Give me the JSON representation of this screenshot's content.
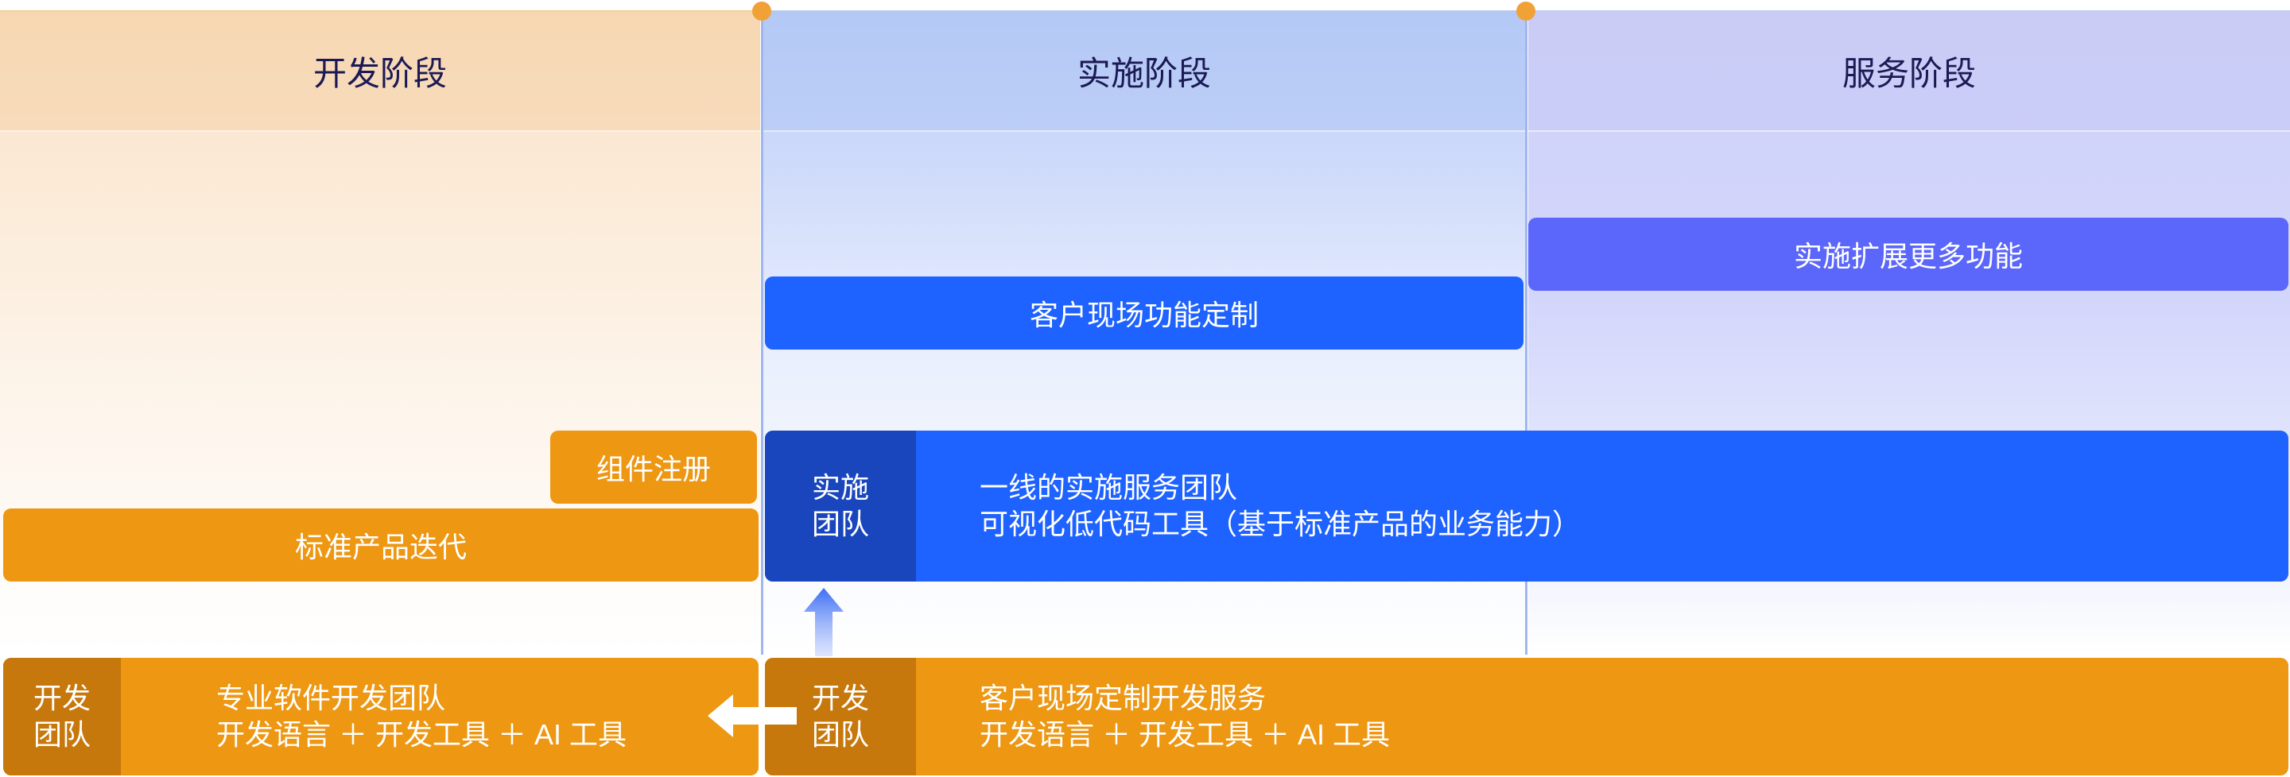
{
  "phases": {
    "development": "开发阶段",
    "implementation": "实施阶段",
    "service": "服务阶段"
  },
  "service": {
    "extend": "实施扩展更多功能"
  },
  "implementation": {
    "onsite_custom": "客户现场功能定制",
    "team_tag": "实施\n团队",
    "team_line1": "一线的实施服务团队",
    "team_line2": "可视化低代码工具（基于标准产品的业务能力）"
  },
  "development": {
    "component_register": "组件注册",
    "standard_iteration": "标准产品迭代",
    "team_tag": "开发\n团队",
    "team_line1": "专业软件开发团队",
    "team_line2": "开发语言 ＋ 开发工具 ＋ AI 工具"
  },
  "bottom": {
    "team_tag": "开发\n团队",
    "line1": "客户现场定制开发服务",
    "line2": "开发语言 ＋ 开发工具 ＋ AI 工具"
  },
  "colors": {
    "orange": "#ed9713",
    "blue": "#1e62ff",
    "violet": "#5b66fa",
    "dark_blue": "#1a46bd",
    "dark_orange": "#c7780c"
  },
  "icons": [
    "arrow-up-icon",
    "arrow-left-icon"
  ]
}
